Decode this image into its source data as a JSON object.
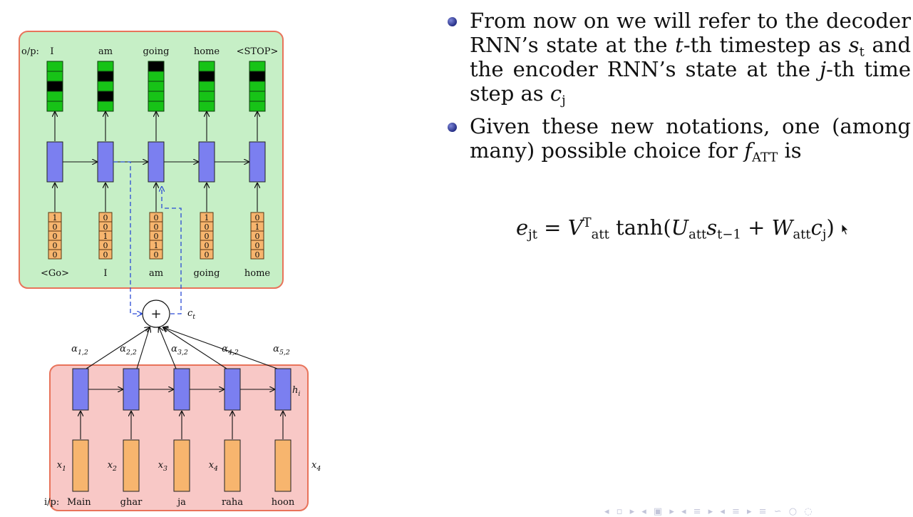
{
  "diagram": {
    "output_prefix": "o/p:",
    "outputs": [
      "I",
      "am",
      "going",
      "home",
      "<STOP>"
    ],
    "decoder_inputs": [
      "<Go>",
      "I",
      "am",
      "going",
      "home"
    ],
    "decoder_input_onehot": [
      [
        1,
        0,
        0,
        0,
        0
      ],
      [
        0,
        0,
        1,
        0,
        0
      ],
      [
        0,
        0,
        0,
        1,
        0
      ],
      [
        1,
        0,
        0,
        0,
        0
      ],
      [
        0,
        1,
        0,
        0,
        0
      ]
    ],
    "output_probs_black": [
      [
        2
      ],
      [
        1,
        3
      ],
      [
        0
      ],
      [
        1
      ],
      [
        1
      ]
    ],
    "context_label": "c",
    "context_sub": "t",
    "sum_symbol": "+",
    "alpha_labels": [
      {
        "main": "α",
        "sub": "1,2"
      },
      {
        "main": "α",
        "sub": "2,2"
      },
      {
        "main": "α",
        "sub": "3,2"
      },
      {
        "main": "α",
        "sub": "4,2"
      },
      {
        "main": "α",
        "sub": "5,2"
      }
    ],
    "hidden_label": "h",
    "hidden_sub": "i",
    "encoder_x_labels": [
      {
        "main": "x",
        "sub": "1"
      },
      {
        "main": "x",
        "sub": "2"
      },
      {
        "main": "x",
        "sub": "3"
      },
      {
        "main": "x",
        "sub": "4"
      }
    ],
    "encoder_x_right": {
      "main": "x",
      "sub": "4"
    },
    "input_prefix": "i/p:",
    "encoder_words": [
      "Main",
      "ghar",
      "ja",
      "raha",
      "hoon"
    ],
    "colors": {
      "decoder_panel_fill": "#c6efc6",
      "decoder_panel_border": "#e8735a",
      "encoder_panel_fill": "#f8c8c6",
      "encoder_panel_border": "#e8735a",
      "rnn_cell": "#7b7ff0",
      "onehot_cell": "#f7b56e",
      "output_cell": "#17c317",
      "attention_dash": "#2b4bd6"
    }
  },
  "bullets": [
    {
      "segments": [
        {
          "t": "From now on we will refer to the decoder RNN’s state at the "
        },
        {
          "t": "t",
          "m": true
        },
        {
          "t": "-th timestep as "
        },
        {
          "t": "s",
          "m": true
        },
        {
          "t": "t",
          "m": true,
          "sub": true
        },
        {
          "t": " and the encoder RNN’s state at the "
        },
        {
          "t": "j",
          "m": true
        },
        {
          "t": "-th time step as "
        },
        {
          "t": "c",
          "m": true
        },
        {
          "t": "j",
          "m": true,
          "sub": true
        }
      ]
    },
    {
      "segments": [
        {
          "t": "Given these new notations, one (among many) possible choice for "
        },
        {
          "t": "f",
          "m": true
        },
        {
          "t": "ATT",
          "m": true,
          "sub": true
        },
        {
          "t": " is"
        }
      ]
    }
  ],
  "equation": [
    {
      "t": "e",
      "m": true
    },
    {
      "t": "jt",
      "m": true,
      "sub": true
    },
    {
      "t": " = "
    },
    {
      "t": "V",
      "m": true
    },
    {
      "t": "T",
      "m": true,
      "sup": true
    },
    {
      "t": "att",
      "m": true,
      "sub": true
    },
    {
      "t": " tanh(",
      "fn": true
    },
    {
      "t": "U",
      "m": true
    },
    {
      "t": "att",
      "m": true,
      "sub": true
    },
    {
      "t": "s",
      "m": true
    },
    {
      "t": "t−1",
      "m": true,
      "sub": true
    },
    {
      "t": " + "
    },
    {
      "t": "W",
      "m": true
    },
    {
      "t": "att",
      "m": true,
      "sub": true
    },
    {
      "t": "c",
      "m": true
    },
    {
      "t": "j",
      "m": true,
      "sub": true
    },
    {
      "t": ")"
    }
  ],
  "nav_symbols": "◂ ▫ ▸ ◂ ▣ ▸ ◂ ≡ ▸ ◂ ≡ ▸ ≡ ∽ ○ ◌"
}
